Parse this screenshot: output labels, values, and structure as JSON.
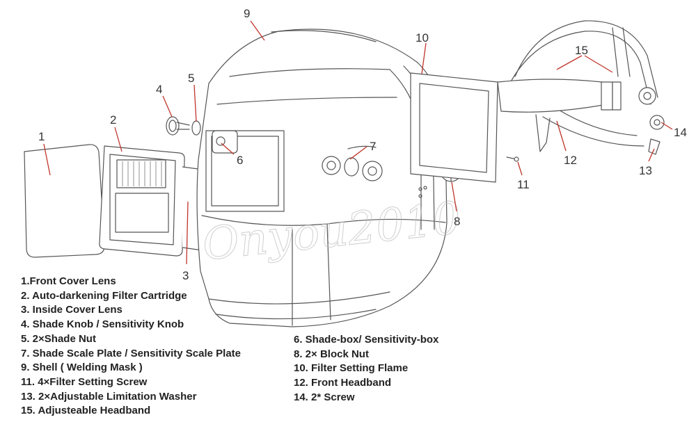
{
  "callouts": {
    "n1": "1",
    "n2": "2",
    "n3": "3",
    "n4": "4",
    "n5": "5",
    "n6": "6",
    "n7": "7",
    "n8": "8",
    "n9": "9",
    "n10": "10",
    "n11": "11",
    "n12": "12",
    "n13": "13",
    "n14": "14",
    "n15": "15"
  },
  "watermark": "Onyou2010",
  "legend": {
    "left": [
      "1.Front  Cover Lens",
      "2. Auto-darkening Filter Cartridge",
      "3. Inside Cover Lens",
      "4. Shade Knob / Sensitivity Knob",
      "5. 2×Shade  Nut",
      "7. Shade Scale Plate / Sensitivity Scale Plate",
      "9. Shell ( Welding Mask )",
      "11. 4×Filter Setting Screw",
      "13. 2×Adjustable Limitation Washer",
      "15. Adjusteable Headband"
    ],
    "right": [
      "6. Shade-box/ Sensitivity-box",
      "8. 2× Block Nut",
      "10. Filter Setting Flame",
      "12. Front Headband",
      "14. 2* Screw"
    ]
  },
  "colors": {
    "leader": "#c0352b",
    "line": "#555555",
    "text": "#222222"
  }
}
